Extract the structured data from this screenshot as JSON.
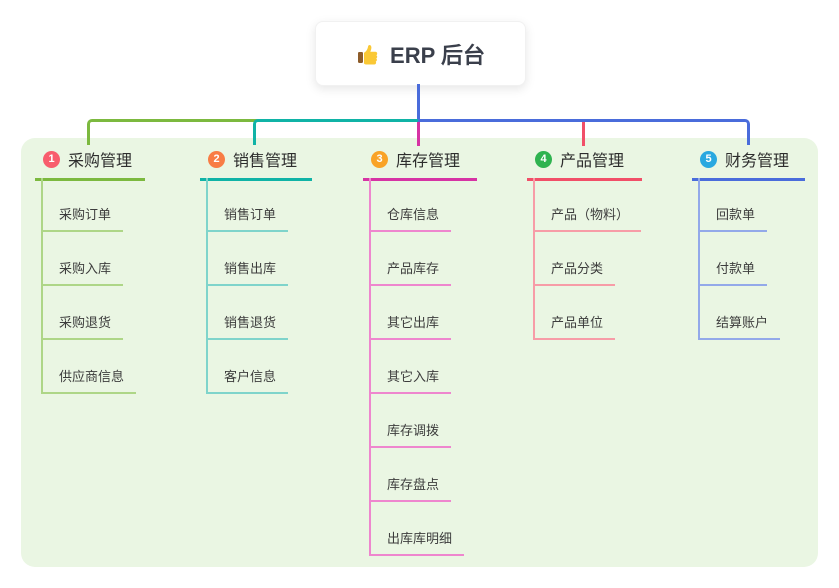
{
  "root": {
    "icon": "thumbs-up-icon",
    "label": "ERP 后台"
  },
  "panel": {
    "background": "#eaf6e3"
  },
  "connector": {
    "stem_color": "#4a6cdb"
  },
  "branches": [
    {
      "num": "1",
      "label": "采购管理",
      "color": "#7cb93f",
      "light": "#aed687",
      "badge": "#f85d6d",
      "children": [
        "采购订单",
        "采购入库",
        "采购退货",
        "供应商信息"
      ]
    },
    {
      "num": "2",
      "label": "销售管理",
      "color": "#10b3a6",
      "light": "#7fd4cb",
      "badge": "#f87d45",
      "children": [
        "销售订单",
        "销售出库",
        "销售退货",
        "客户信息"
      ]
    },
    {
      "num": "3",
      "label": "库存管理",
      "color": "#d633a4",
      "light": "#ee86ce",
      "badge": "#f9a326",
      "children": [
        "仓库信息",
        "产品库存",
        "其它出库",
        "其它入库",
        "库存调拨",
        "库存盘点",
        "出库库明细"
      ]
    },
    {
      "num": "4",
      "label": "产品管理",
      "color": "#f14f68",
      "light": "#f79ca7",
      "badge": "#2fb350",
      "children": [
        "产品（物料）",
        "产品分类",
        "产品单位"
      ]
    },
    {
      "num": "5",
      "label": "财务管理",
      "color": "#4a6cdb",
      "light": "#93a9e9",
      "badge": "#29a8e0",
      "children": [
        "回款单",
        "付款单",
        "结算账户"
      ]
    }
  ]
}
